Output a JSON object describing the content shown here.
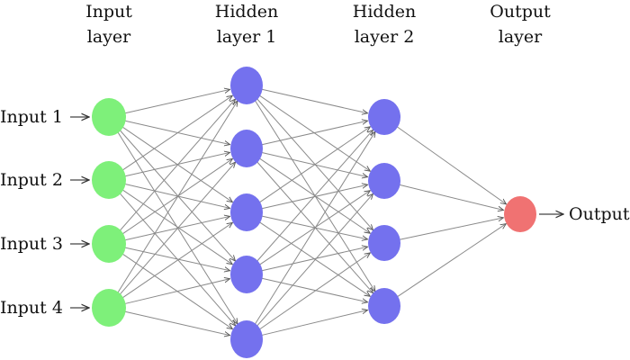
{
  "colors": {
    "input_node": "#7ef07a",
    "hidden_node": "#7471ee",
    "output_node": "#f07272",
    "edge": "#8a8a8a"
  },
  "layers": [
    {
      "key": "input",
      "title_lines": [
        "Input",
        "layer"
      ],
      "node_count": 4,
      "node_labels": [
        "Input 1",
        "Input 2",
        "Input 3",
        "Input 4"
      ],
      "color_key": "input_node"
    },
    {
      "key": "hidden1",
      "title_lines": [
        "Hidden",
        "layer 1"
      ],
      "node_count": 5,
      "node_labels": [],
      "color_key": "hidden_node"
    },
    {
      "key": "hidden2",
      "title_lines": [
        "Hidden",
        "layer 2"
      ],
      "node_count": 4,
      "node_labels": [],
      "color_key": "hidden_node"
    },
    {
      "key": "output",
      "title_lines": [
        "Output",
        "layer"
      ],
      "node_count": 1,
      "node_labels": [
        "Output"
      ],
      "color_key": "output_node"
    }
  ]
}
